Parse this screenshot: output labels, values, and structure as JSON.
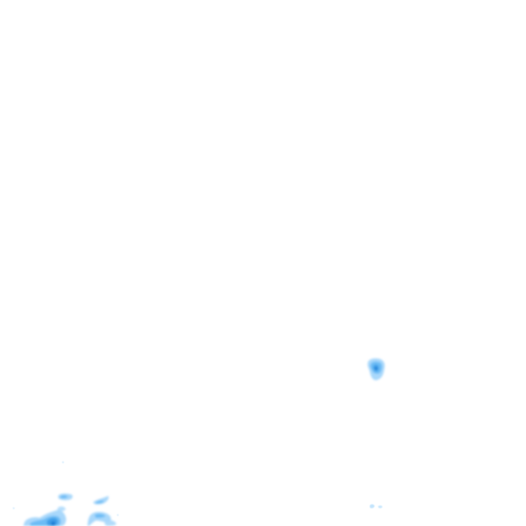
{
  "map": {
    "kind": "precipitation-radar-overlay",
    "background_color": "#ffffff",
    "palette": {
      "light": "#a9d8fb",
      "medium": "#6cbcf5",
      "strong": "#3f9fe8",
      "core": "#1f7fd6"
    },
    "echoes": [
      {
        "id": "cell-east",
        "intensity": "strong"
      },
      {
        "id": "cell-east-trace",
        "intensity": "light"
      },
      {
        "id": "cluster-southwest",
        "intensity": "strong"
      },
      {
        "id": "cluster-south-trace",
        "intensity": "light"
      }
    ]
  }
}
